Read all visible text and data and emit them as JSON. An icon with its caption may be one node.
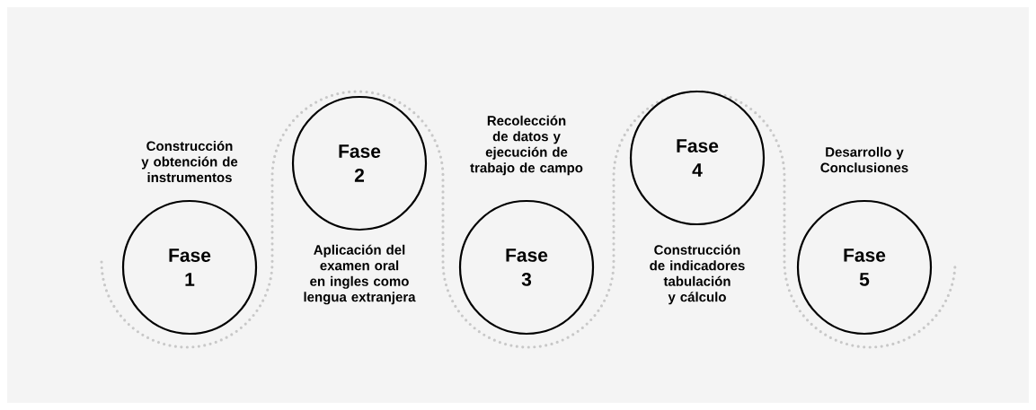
{
  "diagram": {
    "nodes": [
      {
        "text": [
          "Fase 1"
        ],
        "beside": [
          "Construcción y obtención de instrumentos"
        ]
      },
      {
        "text": [
          "Fase 2"
        ],
        "beside": [
          "Aplicación del examen oral en ingles como lengua extranjera"
        ]
      },
      {
        "text": [
          "Fase 3"
        ],
        "beside": [
          "Recolección de datos y ejecución de trabajo de campo"
        ]
      },
      {
        "text": [
          "Fase 4"
        ],
        "beside": [
          "Construcción de indicadores tabulación y cálculo"
        ]
      },
      {
        "text": [
          "Fase 5"
        ],
        "beside": [
          "Desarrollo y Conclusiones"
        ]
      }
    ]
  }
}
